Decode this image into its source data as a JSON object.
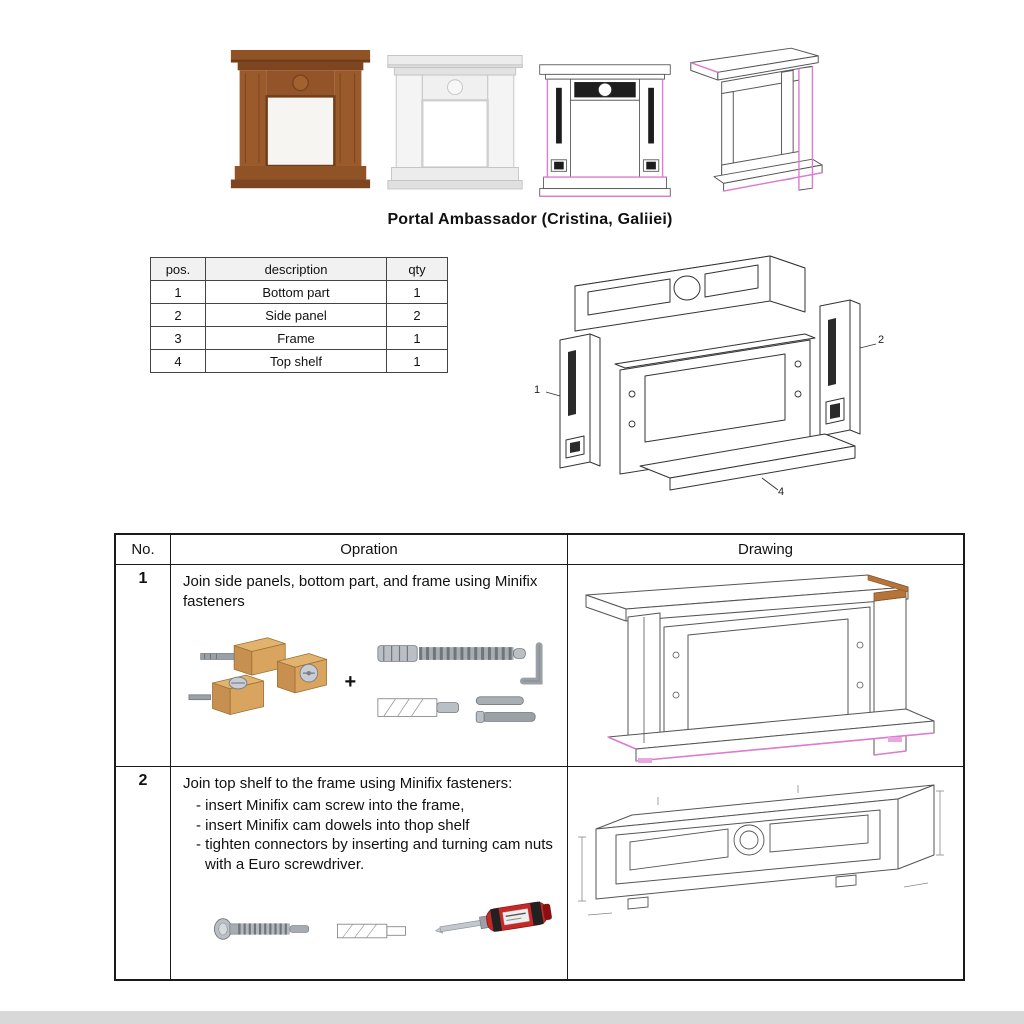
{
  "title": "Portal Ambassador (Cristina, Galiiei)",
  "figures": {
    "view_wood": "fireplace-portal-wood-finish",
    "view_white": "fireplace-portal-white-finish",
    "view_front": "fireplace-portal-technical-front-view",
    "view_rear": "fireplace-portal-technical-rear-view",
    "exploded": "exploded-assembly-diagram",
    "step1_fasteners": "minifix-fasteners-and-hex-key",
    "step1_drawing": "frame-and-side-panels-assembled",
    "step2_tools": "cam-bolt-dowel-and-euro-screwdriver",
    "step2_drawing": "top-shelf-underside-view"
  },
  "parts_table": {
    "headers": {
      "pos": "pos.",
      "description": "description",
      "qty": "qty"
    },
    "rows": [
      {
        "pos": "1",
        "description": "Bottom part",
        "qty": "1"
      },
      {
        "pos": "2",
        "description": "Side panel",
        "qty": "2"
      },
      {
        "pos": "3",
        "description": "Frame",
        "qty": "1"
      },
      {
        "pos": "4",
        "description": "Top shelf",
        "qty": "1"
      }
    ]
  },
  "exploded_diagram": {
    "labels": [
      "1",
      "2",
      "4"
    ]
  },
  "steps_table": {
    "headers": {
      "no": "No.",
      "operation": "Opration",
      "drawing": "Drawing"
    },
    "rows": [
      {
        "no": "1",
        "operation": "Join side panels, bottom part, and frame using Minifix fasteners",
        "plus": "+"
      },
      {
        "no": "2",
        "operation": "Join top shelf to the frame using Minifix fasteners:",
        "bullets": [
          "- insert Minifix cam screw into the frame,",
          "- insert Minifix cam dowels into thop shelf",
          "- tighten connectors by inserting and turning cam nuts with a Euro screwdriver."
        ]
      }
    ]
  },
  "colors": {
    "accent_pink": "#dd7ad2",
    "wood_brown": "#9a5a2b",
    "screwdriver_red": "#c62828",
    "line_dark": "#444444"
  }
}
